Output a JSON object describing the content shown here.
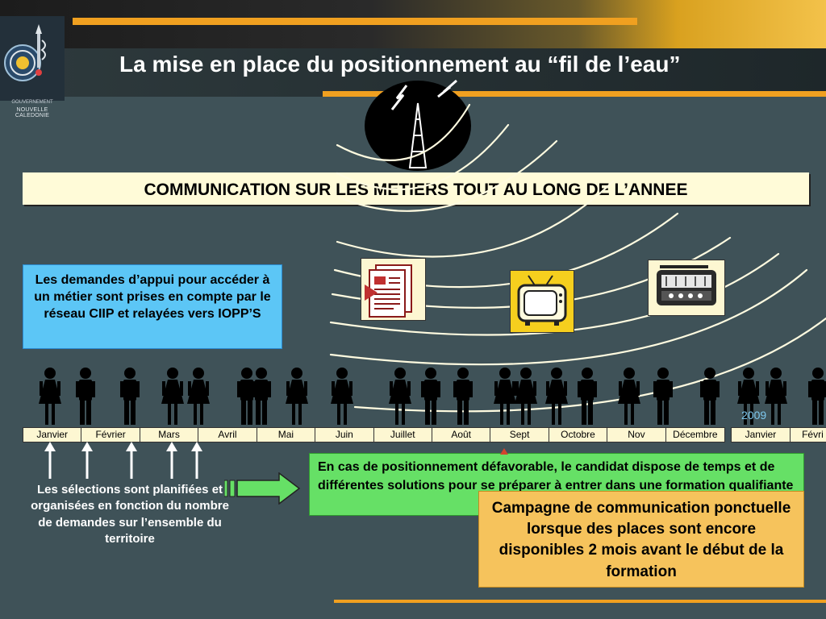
{
  "slide": {
    "title": "La mise en place du positionnement au “fil de l’eau”",
    "logo": {
      "line1": "GOUVERNEMENT",
      "line2": "NOUVELLE CALEDONIE"
    },
    "banner": "COMMUNICATION SUR LES METIERS TOUT AU LONG DE L’ANNEE",
    "blue_box": "Les demandes d’appui pour accéder à un métier sont prises en compte par le réseau CIIP et relayées vers IOPP’S",
    "green_box": "En cas de positionnement défavorable, le candidat dispose de temps et de différentes solutions pour se préparer à entrer dans une formation qualifiante",
    "orange_box": "Campagne de communication ponctuelle lorsque des places sont encore disponibles 2 mois avant le début de la formation",
    "left_caption": "Les sélections sont planifiées et organisées en fonction du nombre de demandes sur l’ensemble du territoire",
    "year_label": "2009",
    "timeline": [
      "Janvier",
      "Février",
      "Mars",
      "Avril",
      "Mai",
      "Juin",
      "Juillet",
      "Août",
      "Sept",
      "Octobre",
      "Nov",
      "Décembre"
    ],
    "timeline_next": [
      "Janvier",
      "Févri"
    ]
  },
  "colors": {
    "background": "#3f5258",
    "accent_orange": "#f0a020",
    "banner_bg": "#fffbd8",
    "blue_box": "#5cc6f6",
    "green_box": "#66e066",
    "orange_box": "#f6c35c"
  },
  "icons": [
    "radio-tower-icon",
    "newspaper-icon",
    "television-icon",
    "radio-icon",
    "person-icon",
    "up-arrow-icon",
    "right-arrow-icon"
  ]
}
